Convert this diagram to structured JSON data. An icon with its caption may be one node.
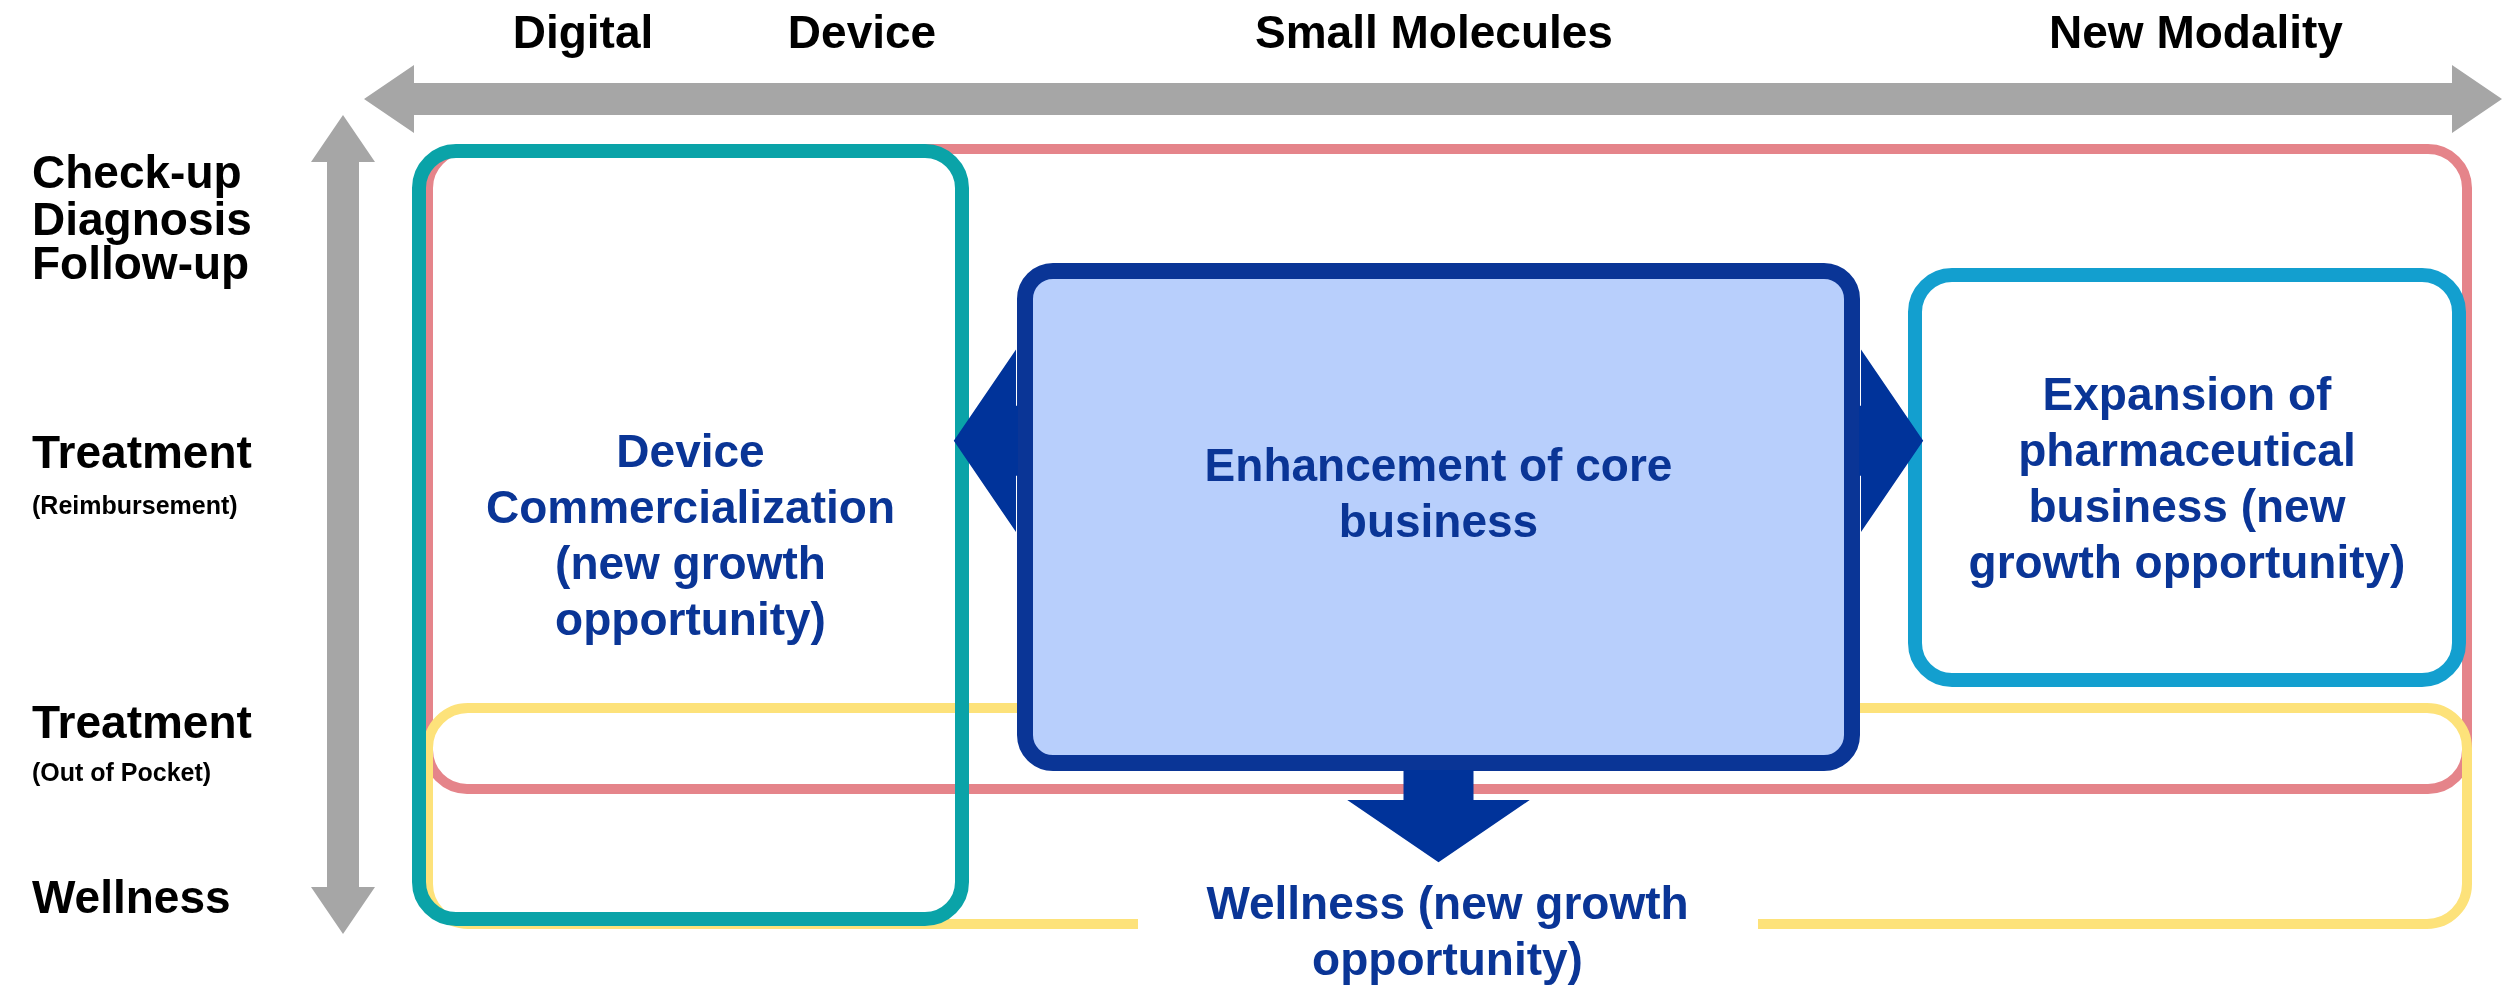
{
  "diagram": {
    "nodes": [
      {
        "text": [
          "Device Commercialization (new growth opportunity)"
        ]
      },
      {
        "text": [],
        "shape": "box"
      },
      {
        "text": [
          "Enhancement of core business"
        ],
        "in": 1
      },
      {
        "text": [
          "Expansion of pharmaceutical business (new growth opportunity)"
        ],
        "in": 1
      },
      {
        "text": [
          "Wellness (new growth opportunity)"
        ]
      }
    ],
    "edges": [
      {
        "from": 2,
        "to": 0,
        "arrow": "to",
        "style": "thick"
      },
      {
        "from": 2,
        "to": 3,
        "arrow": "to",
        "style": "thick"
      },
      {
        "from": 2,
        "to": 4,
        "arrow": "to",
        "style": "thick"
      }
    ],
    "labels": [
      "Digital",
      "Device",
      "Small Molecules",
      "New Modality",
      "Check-up",
      "Diagnosis",
      "Follow-up",
      "Treatment",
      "(Reimbursement)",
      "Treatment",
      "(Out of Pocket)",
      "Wellness"
    ]
  }
}
